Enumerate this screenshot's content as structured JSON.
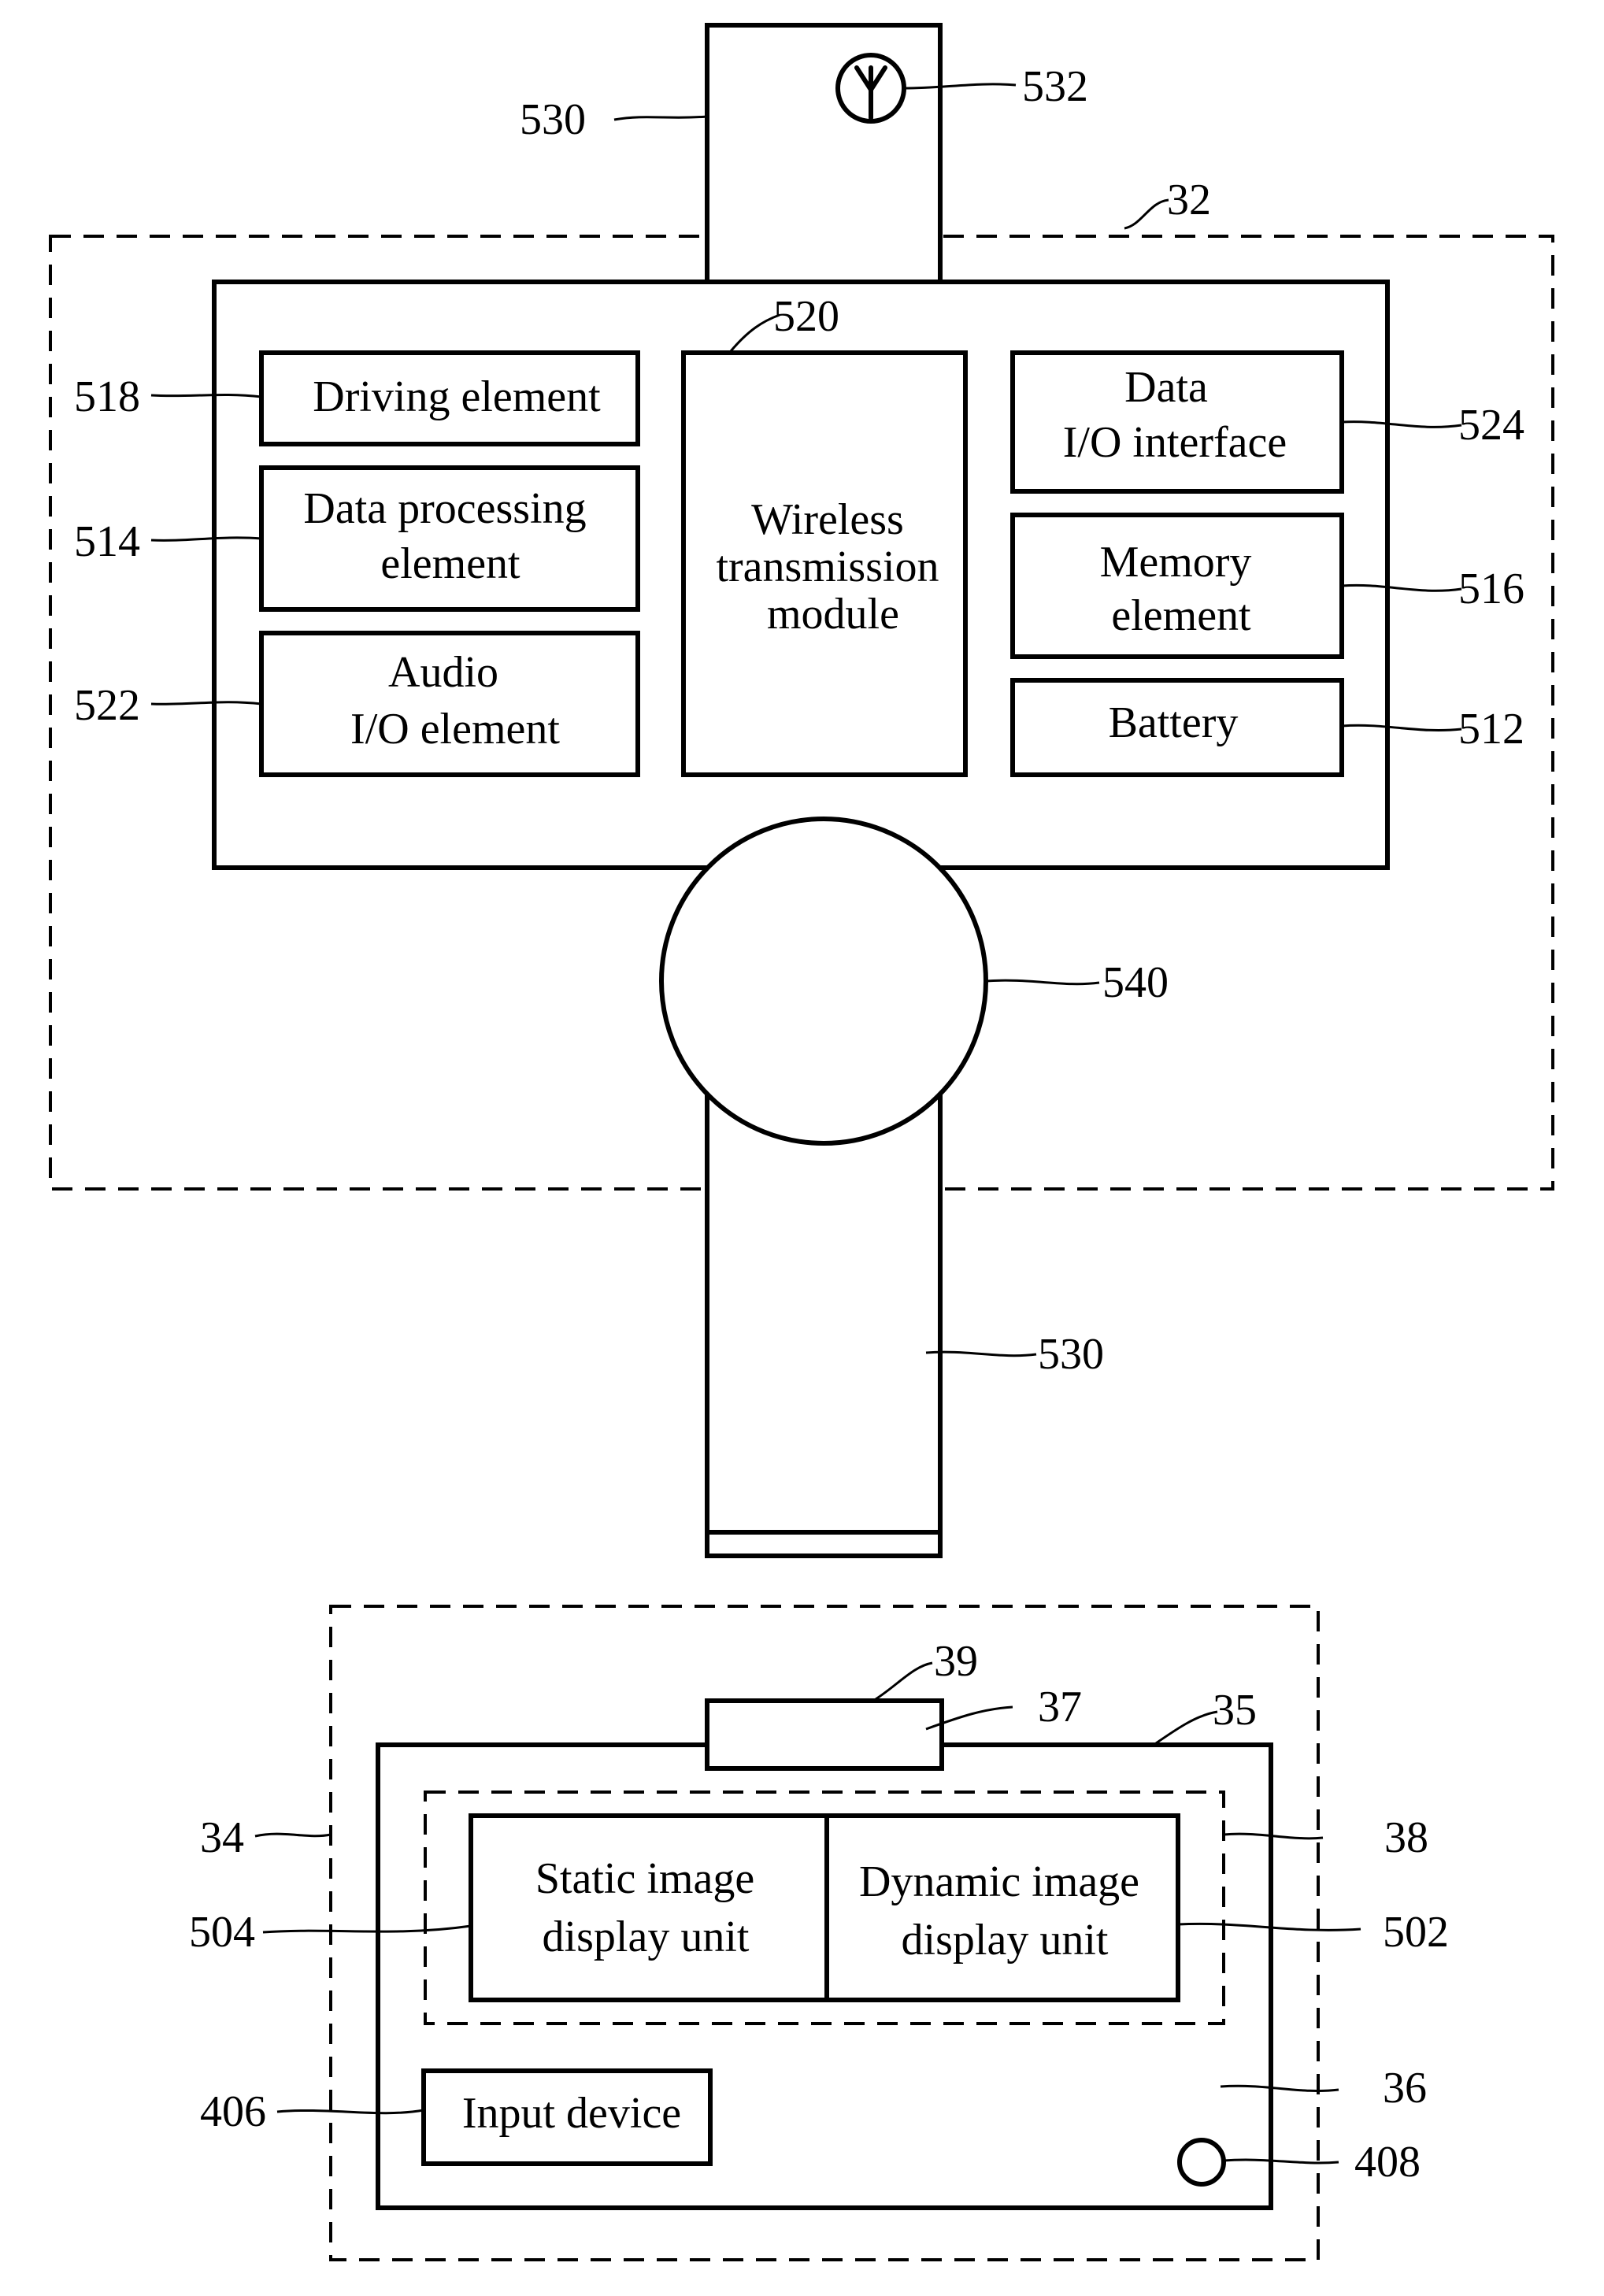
{
  "labels": {
    "l530_top": "530",
    "l532": "532",
    "l32": "32",
    "l520": "520",
    "l518": "518",
    "l514": "514",
    "l522": "522",
    "l524": "524",
    "l516": "516",
    "l512": "512",
    "l540": "540",
    "l530_bottom": "530",
    "l39": "39",
    "l37": "37",
    "l35": "35",
    "l34": "34",
    "l38": "38",
    "l504": "504",
    "l502": "502",
    "l406": "406",
    "l36": "36",
    "l408": "408"
  },
  "boxes": {
    "driving": [
      "Driving element"
    ],
    "data_processing": [
      "Data processing",
      "element"
    ],
    "audio": [
      "Audio",
      "I/O element"
    ],
    "wireless": [
      "Wireless",
      "transmission",
      "module"
    ],
    "data_io": [
      "Data",
      "I/O interface"
    ],
    "memory": [
      "Memory",
      "element"
    ],
    "battery": [
      "Battery"
    ],
    "static_image": [
      "Static image",
      "display unit"
    ],
    "dynamic_image": [
      "Dynamic image",
      "display unit"
    ],
    "input_device": [
      "Input device"
    ]
  }
}
